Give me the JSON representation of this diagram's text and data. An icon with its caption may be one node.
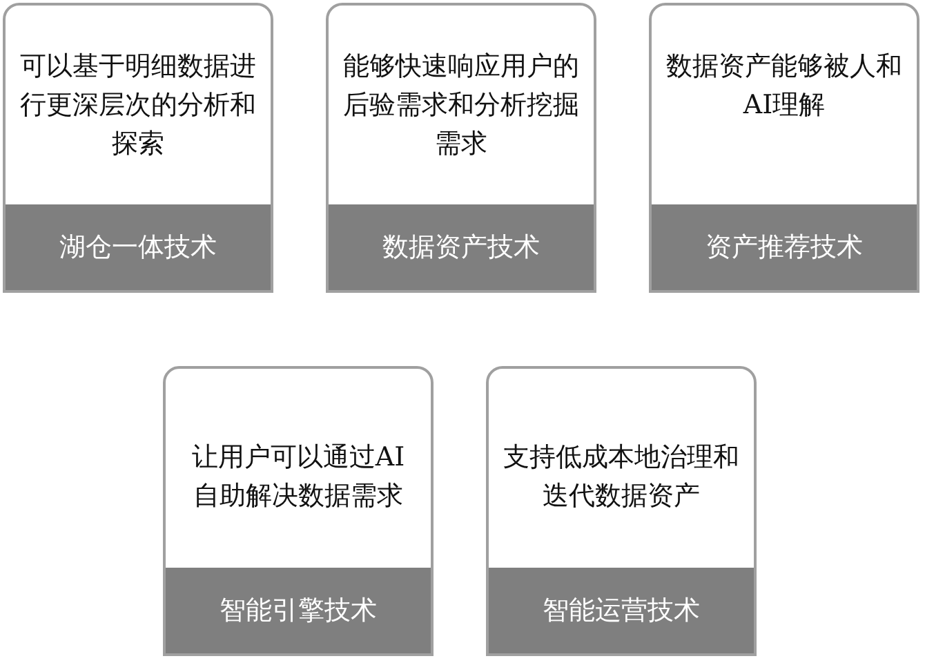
{
  "diagram": {
    "nodes": [
      {
        "text": [
          "可以基于明细数据进行更深层次的分析和探索",
          "湖仓一体技术"
        ]
      },
      {
        "text": [
          "能够快速响应用户的后验需求和分析挖掘需求",
          "数据资产技术"
        ]
      },
      {
        "text": [
          "数据资产能够被人和AI理解",
          "资产推荐技术"
        ]
      },
      {
        "text": [
          "让用户可以通过AI自助解决数据需求",
          "智能引擎技术"
        ]
      },
      {
        "text": [
          "支持低成本地治理和迭代数据资产",
          "智能运营技术"
        ]
      }
    ]
  }
}
